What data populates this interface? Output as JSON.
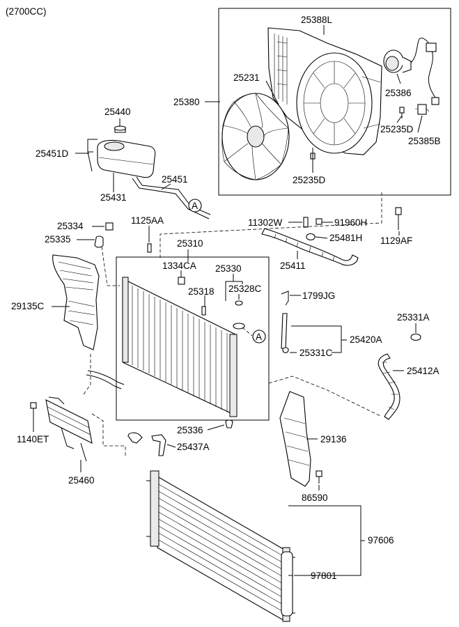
{
  "engine_label": "(2700CC)",
  "callout_marker": "A",
  "labels": {
    "p25388L": "25388L",
    "p25231": "25231",
    "p25380": "25380",
    "p25386": "25386",
    "p25235D_a": "25235D",
    "p25385B": "25385B",
    "p25235D_b": "25235D",
    "p25440": "25440",
    "p25451D": "25451D",
    "p25431": "25431",
    "p25451": "25451",
    "p25334": "25334",
    "p25335": "25335",
    "p1125AA": "1125AA",
    "p25310": "25310",
    "p1334CA": "1334CA",
    "p25330": "25330",
    "p25318": "25318",
    "p25328C": "25328C",
    "p11302W": "11302W",
    "p91960H": "91960H",
    "p1129AF": "1129AF",
    "p25481H": "25481H",
    "p25411": "25411",
    "p1799JG": "1799JG",
    "p29135C": "29135C",
    "p25420A": "25420A",
    "p25331C": "25331C",
    "p25331A": "25331A",
    "p25412A": "25412A",
    "p1140ET": "1140ET",
    "p25336": "25336",
    "p29136": "29136",
    "p25437A": "25437A",
    "p25460": "25460",
    "p86590": "86590",
    "p97606": "97606",
    "p97801": "97801"
  }
}
